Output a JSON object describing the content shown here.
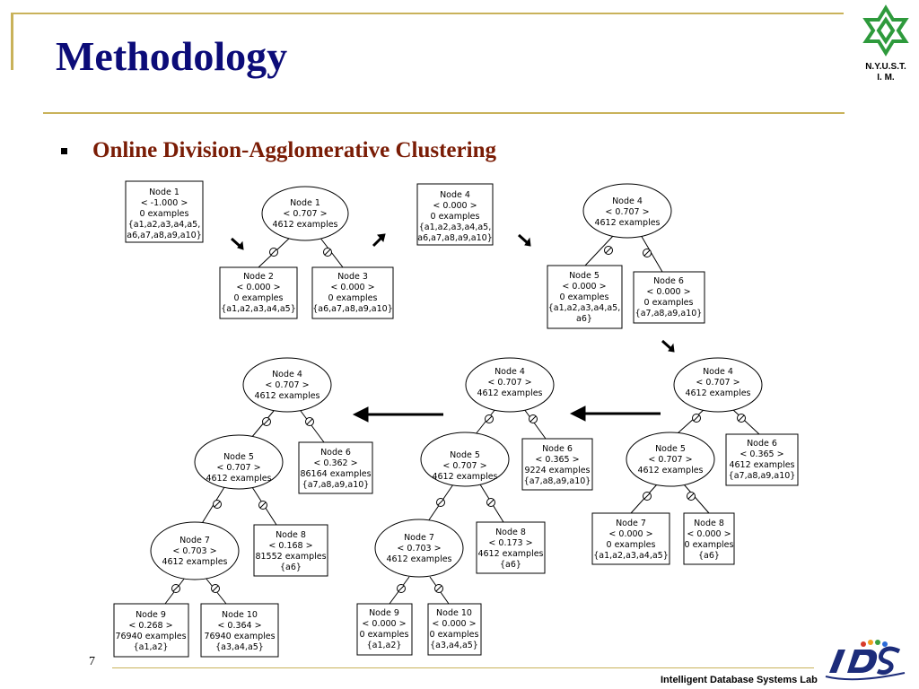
{
  "slide": {
    "title": "Methodology",
    "bullet": "Online Division-Agglomerative Clustering",
    "page_number": "7",
    "footer": "Intelligent Database Systems Lab",
    "logo_line1": "N.Y.U.S.T.",
    "logo_line2": "I. M."
  },
  "colors": {
    "title": "#0c0c78",
    "bullet_text": "#7a1c05",
    "rule": "#c9b25a",
    "logo_green": "#2e9a3c",
    "ids_blue": "#1c2c7a"
  },
  "nodes": {
    "t1_n1": [
      "Node 1",
      "< -1.000 >",
      "0 examples",
      "{a1,a2,a3,a4,a5,",
      "a6,a7,a8,a9,a10}"
    ],
    "t2_n1": [
      "Node 1",
      "< 0.707 >",
      "4612 examples"
    ],
    "t2_n2": [
      "Node 2",
      "< 0.000 >",
      "0 examples",
      "{a1,a2,a3,a4,a5}"
    ],
    "t2_n3": [
      "Node 3",
      "< 0.000 >",
      "0 examples",
      "{a6,a7,a8,a9,a10}"
    ],
    "t3_n4": [
      "Node 4",
      "< 0.000 >",
      "0 examples",
      "{a1,a2,a3,a4,a5,",
      "a6,a7,a8,a9,a10}"
    ],
    "t4_n4": [
      "Node 4",
      "< 0.707 >",
      "4612 examples"
    ],
    "t4_n5": [
      "Node 5",
      "< 0.000 >",
      "0 examples",
      "{a1,a2,a3,a4,a5,",
      "a6}"
    ],
    "t4_n6": [
      "Node 6",
      "< 0.000 >",
      "0 examples",
      "{a7,a8,a9,a10}"
    ],
    "t5_n4": [
      "Node 4",
      "< 0.707 >",
      "4612 examples"
    ],
    "t5_n5": [
      "Node 5",
      "< 0.707 >",
      "4612 examples"
    ],
    "t5_n6": [
      "Node 6",
      "< 0.365 >",
      "4612 examples",
      "{a7,a8,a9,a10}"
    ],
    "t5_n7": [
      "Node 7",
      "< 0.000 >",
      "0 examples",
      "{a1,a2,a3,a4,a5}"
    ],
    "t5_n8": [
      "Node 8",
      "< 0.000 >",
      "0 examples",
      "{a6}"
    ],
    "t6_n4": [
      "Node 4",
      "< 0.707 >",
      "4612 examples"
    ],
    "t6_n5": [
      "Node 5",
      "< 0.707 >",
      "4612 examples"
    ],
    "t6_n6": [
      "Node 6",
      "< 0.365 >",
      "9224 examples",
      "{a7,a8,a9,a10}"
    ],
    "t6_n7": [
      "Node 7",
      "< 0.703 >",
      "4612 examples"
    ],
    "t6_n8": [
      "Node 8",
      "< 0.173 >",
      "4612 examples",
      "{a6}"
    ],
    "t6_n9": [
      "Node 9",
      "< 0.000 >",
      "0 examples",
      "{a1,a2}"
    ],
    "t6_n10": [
      "Node 10",
      "< 0.000 >",
      "0 examples",
      "{a3,a4,a5}"
    ],
    "t7_n4": [
      "Node 4",
      "< 0.707 >",
      "4612 examples"
    ],
    "t7_n5": [
      "Node 5",
      "< 0.707 >",
      "4612 examples"
    ],
    "t7_n6": [
      "Node 6",
      "< 0.362 >",
      "86164 examples",
      "{a7,a8,a9,a10}"
    ],
    "t7_n7": [
      "Node 7",
      "< 0.703 >",
      "4612 examples"
    ],
    "t7_n8": [
      "Node 8",
      "< 0.168 >",
      "81552 examples",
      "{a6}"
    ],
    "t7_n9": [
      "Node 9",
      "< 0.268 >",
      "76940 examples",
      "{a1,a2}"
    ],
    "t7_n10": [
      "Node 10",
      "< 0.364 >",
      "76940 examples",
      "{a3,a4,a5}"
    ]
  }
}
